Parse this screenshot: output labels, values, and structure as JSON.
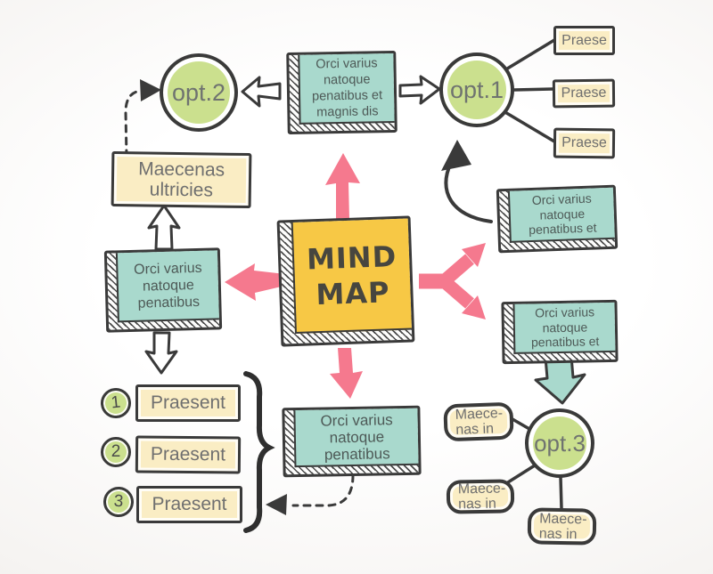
{
  "palette": {
    "ink": "#3a3a3a",
    "teal": "#a9d9cd",
    "green": "#cbe08e",
    "tan": "#faedc4",
    "yellow": "#f7c845",
    "pink": "#f5798e",
    "background": "#f0edeb"
  },
  "nodes": {
    "center": {
      "line1": "MIND",
      "line2": "MAP"
    },
    "top": {
      "text": "Orci varius natoque penatibus et magnis dis"
    },
    "opt1": {
      "label": "opt.1"
    },
    "opt2": {
      "label": "opt.2"
    },
    "opt3": {
      "label": "opt.3"
    },
    "praese": [
      "Praese",
      "Praese",
      "Praese"
    ],
    "right": {
      "text": "Orci varius natoque penatibus et"
    },
    "maecenas": {
      "text": "Maecenas ultricies"
    },
    "left": {
      "text": "Orci varius natoque penatibus"
    },
    "numbered": [
      {
        "num": "1",
        "label": "Praesent"
      },
      {
        "num": "2",
        "label": "Praesent"
      },
      {
        "num": "3",
        "label": "Praesent"
      }
    ],
    "bottom": {
      "text": "Orci varius natoque penatibus"
    },
    "bottom_right": {
      "text": "Orci varius natoque penatibus et"
    },
    "maece": [
      {
        "line1": "Maece-",
        "line2": "nas in"
      },
      {
        "line1": "Maece-",
        "line2": "nas in"
      },
      {
        "line1": "Maece-",
        "line2": "nas in"
      }
    ]
  }
}
